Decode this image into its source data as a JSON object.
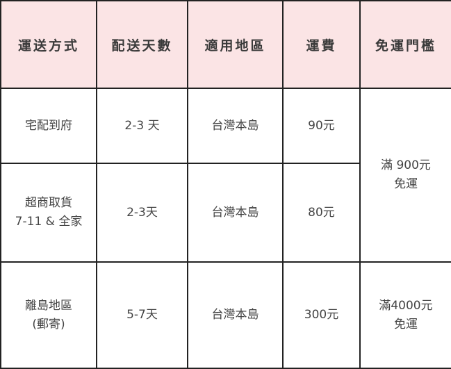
{
  "table": {
    "headers": [
      "運送方式",
      "配送天數",
      "適用地區",
      "運費",
      "免運門檻"
    ],
    "rows": [
      {
        "method": [
          "宅配到府"
        ],
        "days": "2-3 天",
        "region": "台灣本島",
        "fee": "90元"
      },
      {
        "method": [
          "超商取貨",
          "7-11 & 全家"
        ],
        "days": "2-3天",
        "region": "台灣本島",
        "fee": "80元"
      },
      {
        "method": [
          "離島地區",
          "(郵寄)"
        ],
        "days": "5-7天",
        "region": "台灣本島",
        "fee": "300元"
      }
    ],
    "free_shipping": [
      [
        "滿 900元",
        "免運"
      ],
      [
        "滿4000元",
        "免運"
      ]
    ]
  },
  "colors": {
    "header_bg": "#fbe4e5",
    "border": "#222222",
    "text": "#444444"
  }
}
